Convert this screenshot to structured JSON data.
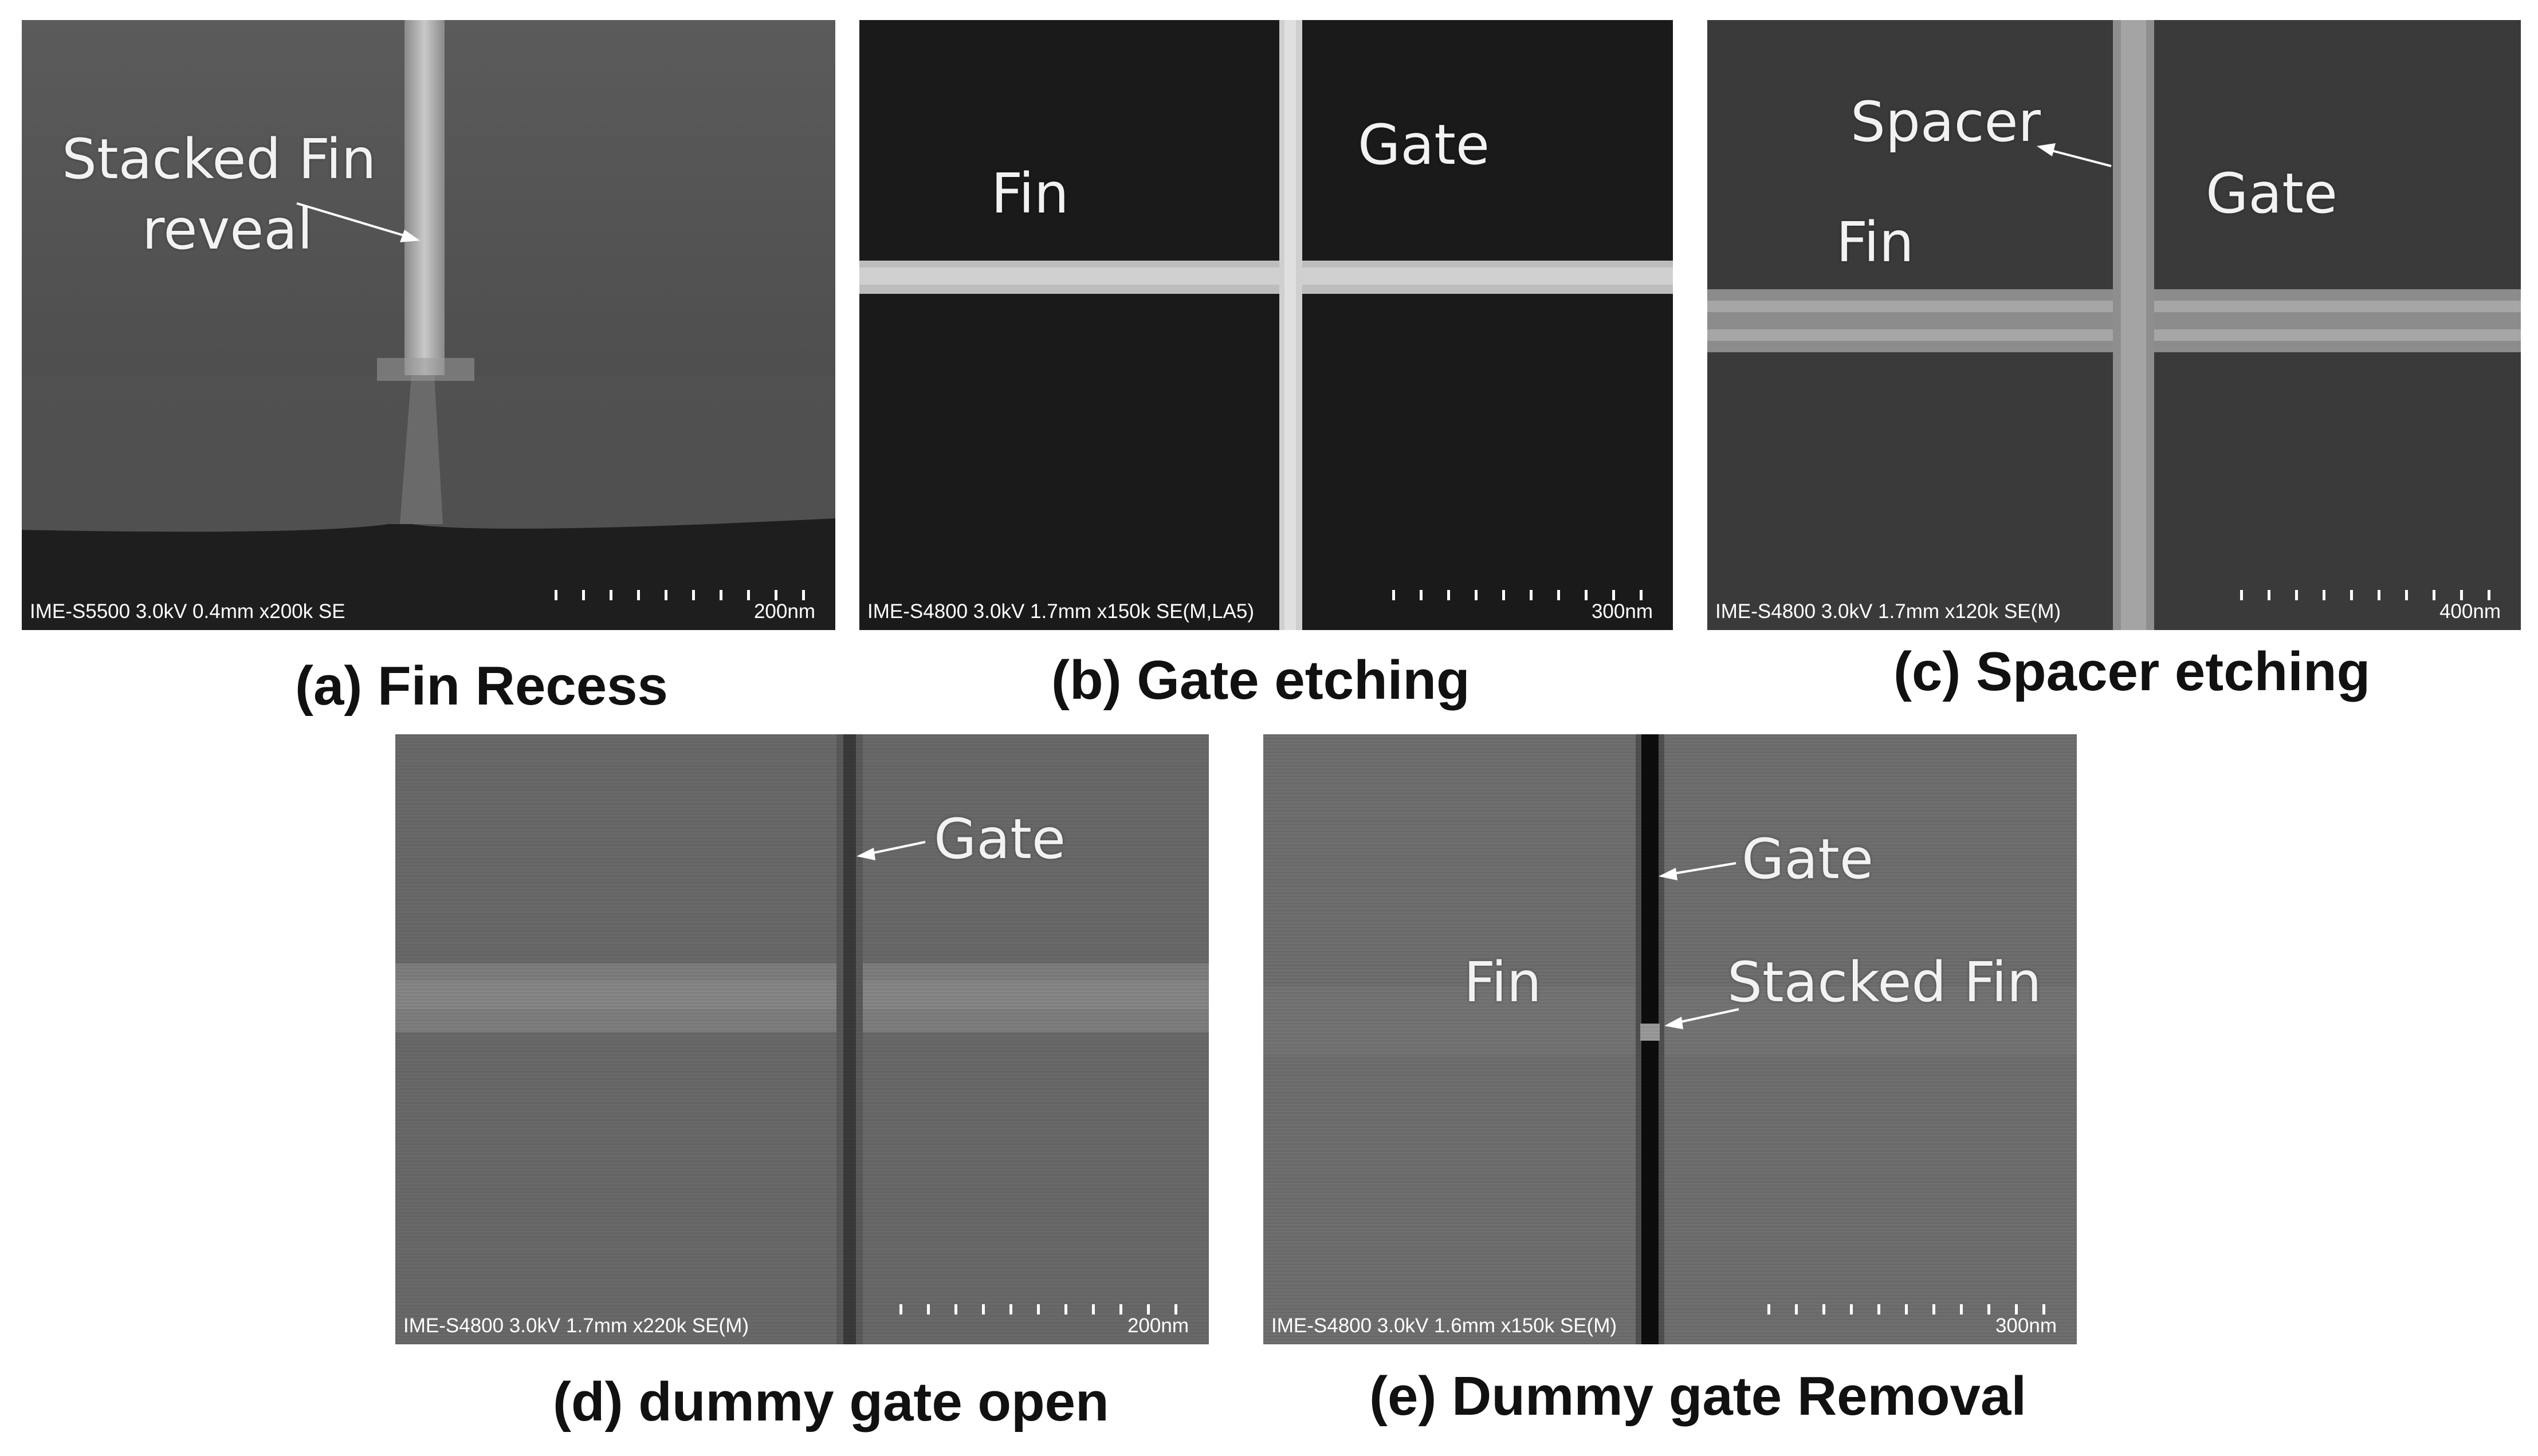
{
  "panels": {
    "a": {
      "labels": {
        "stacked_fin_reveal_line1": "Stacked Fin",
        "stacked_fin_reveal_line2": "reveal"
      },
      "info": "IME-S5500 3.0kV 0.4mm x200k SE",
      "scale": "200nm",
      "caption": "(a) Fin Recess"
    },
    "b": {
      "labels": {
        "fin": "Fin",
        "gate": "Gate"
      },
      "info": "IME-S4800 3.0kV 1.7mm x150k SE(M,LA5)",
      "scale": "300nm",
      "caption": "(b) Gate etching"
    },
    "c": {
      "labels": {
        "spacer": "Spacer",
        "gate": "Gate",
        "fin": "Fin"
      },
      "info": "IME-S4800 3.0kV 1.7mm x120k SE(M)",
      "scale": "400nm",
      "caption": "(c) Spacer etching"
    },
    "d": {
      "labels": {
        "gate": "Gate"
      },
      "info": "IME-S4800 3.0kV 1.7mm x220k SE(M)",
      "scale": "200nm",
      "caption": "(d) dummy gate open"
    },
    "e": {
      "labels": {
        "gate": "Gate",
        "fin": "Fin",
        "stacked_fin": "Stacked Fin"
      },
      "info": "IME-S4800 3.0kV 1.6mm x150k SE(M)",
      "scale": "300nm",
      "caption": "(e) Dummy gate Removal"
    }
  }
}
